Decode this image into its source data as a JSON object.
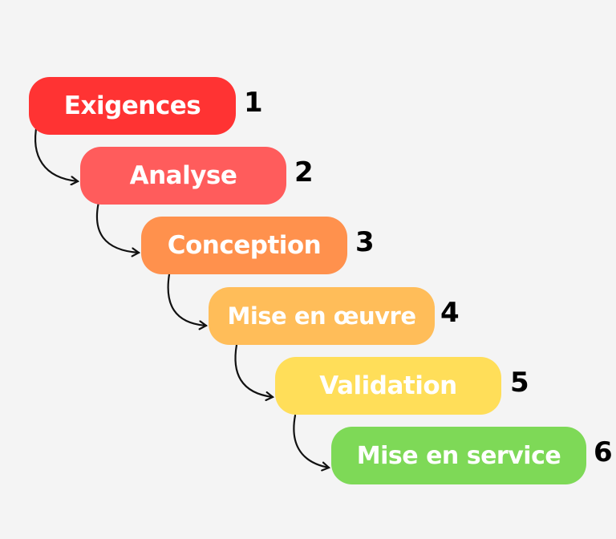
{
  "diagram": {
    "type": "waterfall-process",
    "steps": [
      {
        "number": "1",
        "label": "Exigences",
        "color": "#ff3333"
      },
      {
        "number": "2",
        "label": "Analyse",
        "color": "#ff5c5c"
      },
      {
        "number": "3",
        "label": "Conception",
        "color": "#ff914d"
      },
      {
        "number": "4",
        "label": "Mise en œuvre",
        "color": "#ffbd59"
      },
      {
        "number": "5",
        "label": "Validation",
        "color": "#ffde59"
      },
      {
        "number": "6",
        "label": "Mise en service",
        "color": "#7ed957"
      }
    ]
  }
}
